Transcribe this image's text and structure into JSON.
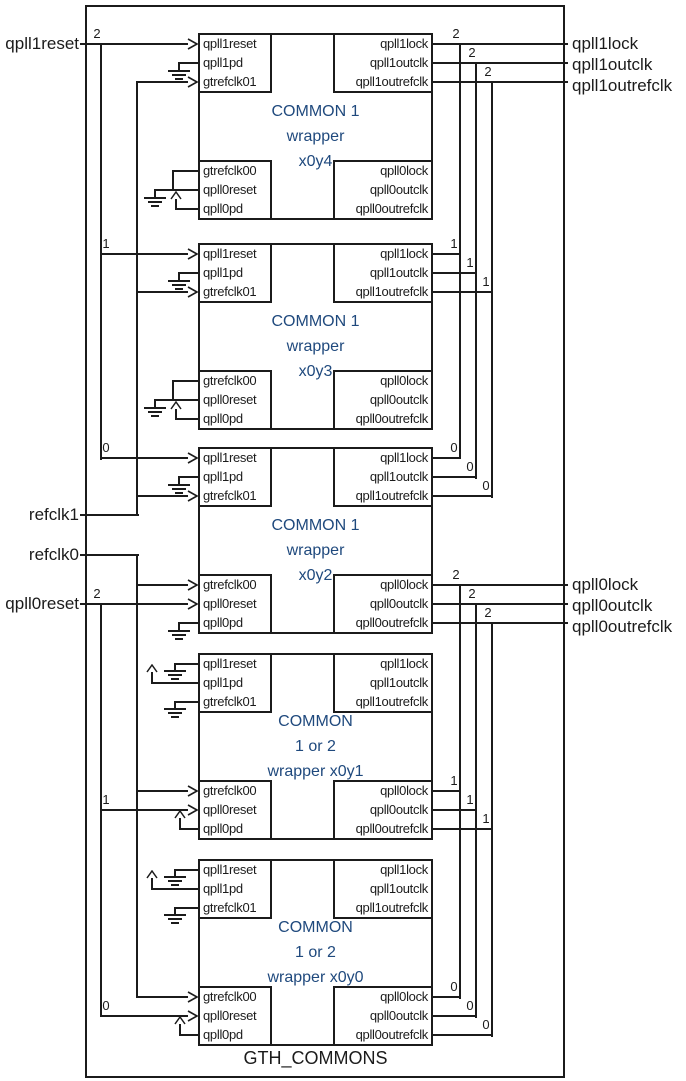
{
  "container_label": "GTH_COMMONS",
  "colors": {
    "line": "#1b1b1b",
    "accent_blue": "#1F497D",
    "background": "#ffffff"
  },
  "external_left": [
    "qpll1reset",
    "refclk1",
    "refclk0",
    "qpll0reset"
  ],
  "external_right_top": [
    "qpll1lock",
    "qpll1outclk",
    "qpll1outrefclk"
  ],
  "external_right_bottom": [
    "qpll0lock",
    "qpll0outclk",
    "qpll0outrefclk"
  ],
  "ports": {
    "left_top": [
      "qpll1reset",
      "qpll1pd",
      "gtrefclk01"
    ],
    "left_bottom": [
      "gtrefclk00",
      "qpll0reset",
      "qpll0pd"
    ],
    "right_top": [
      "qpll1lock",
      "qpll1outclk",
      "qpll1outrefclk"
    ],
    "right_bottom": [
      "qpll0lock",
      "qpll0outclk",
      "qpll0outrefclk"
    ]
  },
  "blocks": [
    {
      "name": "x0y4",
      "title_lines": [
        "COMMON 1",
        "wrapper",
        "x0y4"
      ]
    },
    {
      "name": "x0y3",
      "title_lines": [
        "COMMON 1",
        "wrapper",
        "x0y3"
      ]
    },
    {
      "name": "x0y2",
      "title_lines": [
        "COMMON 1",
        "wrapper",
        "x0y2"
      ]
    },
    {
      "name": "x0y1",
      "title_lines": [
        "COMMON",
        "1 or 2",
        "wrapper x0y1"
      ]
    },
    {
      "name": "x0y0",
      "title_lines": [
        "COMMON",
        "1 or 2",
        "wrapper x0y0"
      ]
    }
  ],
  "wire_indices": {
    "qpll1reset_branches": [
      "2",
      "1",
      "0"
    ],
    "qpll0reset_branches": [
      "2",
      "1",
      "0"
    ],
    "qpll1_outputs": [
      "2",
      "1",
      "0"
    ],
    "qpll0_outputs": [
      "2",
      "1",
      "0"
    ]
  }
}
